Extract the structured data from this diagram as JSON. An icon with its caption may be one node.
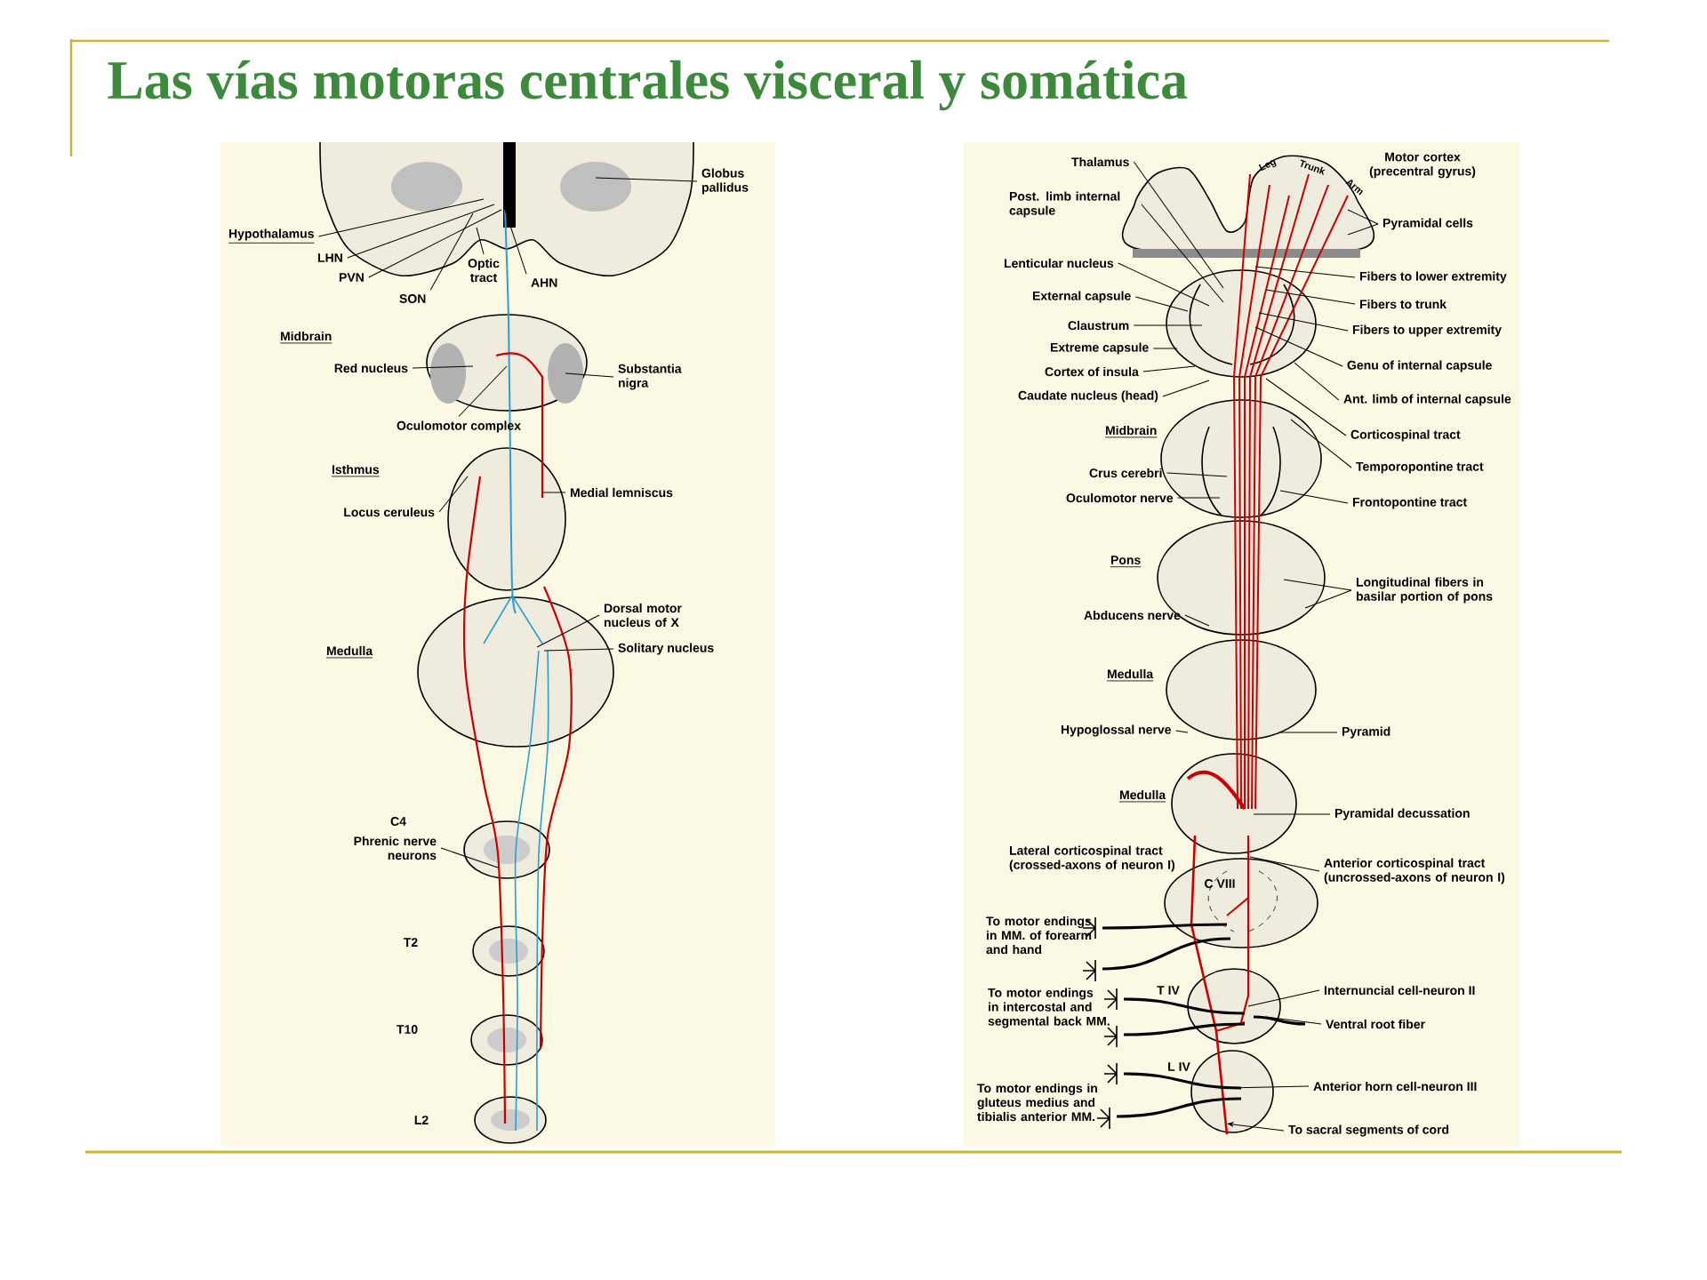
{
  "diagram": {
    "title": "Las vías motoras centrales visceral y somática",
    "nodes": [
      {
        "text": [
          "Globus pallidus"
        ]
      },
      {
        "text": [
          "Hypothalamus"
        ]
      },
      {
        "text": [
          "LHN"
        ]
      },
      {
        "text": [
          "PVN"
        ]
      },
      {
        "text": [
          "SON"
        ]
      },
      {
        "text": [
          "Optic tract"
        ]
      },
      {
        "text": [
          "AHN"
        ]
      },
      {
        "text": [
          "Red nucleus"
        ]
      },
      {
        "text": [
          "Substantia nigra"
        ]
      },
      {
        "text": [
          "Oculomotor complex"
        ]
      },
      {
        "text": [
          "Medial lemniscus"
        ]
      },
      {
        "text": [
          "Locus ceruleus"
        ]
      },
      {
        "text": [
          "Dorsal motor nucleus of X"
        ]
      },
      {
        "text": [
          "Solitary nucleus"
        ]
      },
      {
        "text": [
          "Phrenic nerve neurons"
        ]
      },
      {
        "text": [
          "Thalamus"
        ]
      },
      {
        "text": [
          "Post. limb internal capsule"
        ]
      },
      {
        "text": [
          "Pyramidal cells"
        ]
      },
      {
        "text": [
          "Lenticular nucleus"
        ]
      },
      {
        "text": [
          "Fibers to lower extremity"
        ]
      },
      {
        "text": [
          "External capsule"
        ]
      },
      {
        "text": [
          "Fibers to trunk"
        ]
      },
      {
        "text": [
          "Claustrum"
        ]
      },
      {
        "text": [
          "Fibers to upper extremity"
        ]
      },
      {
        "text": [
          "Extreme capsule"
        ]
      },
      {
        "text": [
          "Cortex of insula"
        ]
      },
      {
        "text": [
          "Genu of internal capsule"
        ]
      },
      {
        "text": [
          "Caudate nucleus (head)"
        ]
      },
      {
        "text": [
          "Ant. limb of internal capsule"
        ]
      },
      {
        "text": [
          "Corticospinal tract"
        ]
      },
      {
        "text": [
          "Crus cerebri"
        ]
      },
      {
        "text": [
          "Temporopontine tract"
        ]
      },
      {
        "text": [
          "Oculomotor nerve"
        ]
      },
      {
        "text": [
          "Frontopontine tract"
        ]
      },
      {
        "text": [
          "Longitudinal fibers in basilar portion of pons"
        ]
      },
      {
        "text": [
          "Abducens nerve"
        ]
      },
      {
        "text": [
          "Hypoglossal nerve"
        ]
      },
      {
        "text": [
          "Pyramid"
        ]
      },
      {
        "text": [
          "Pyramidal decussation"
        ]
      },
      {
        "text": [
          "Anterior corticospinal tract (uncrossed-axons of neuron I)"
        ]
      },
      {
        "text": [
          "Internuncial cell-neuron II"
        ]
      },
      {
        "text": [
          "Ventral root fiber"
        ]
      },
      {
        "text": [
          "Anterior horn cell-neuron III"
        ]
      },
      {
        "text": [
          "To sacral segments of cord"
        ]
      }
    ],
    "edges": [
      {
        "from": 0,
        "to": null,
        "arrow": "none"
      },
      {
        "from": 1,
        "to": null,
        "arrow": "none"
      },
      {
        "from": 2,
        "to": null,
        "arrow": "none"
      },
      {
        "from": 3,
        "to": null,
        "arrow": "none"
      },
      {
        "from": 4,
        "to": null,
        "arrow": "none"
      },
      {
        "from": 5,
        "to": null,
        "arrow": "none"
      },
      {
        "from": 6,
        "to": null,
        "arrow": "none"
      },
      {
        "from": 7,
        "to": null,
        "arrow": "none"
      },
      {
        "from": 8,
        "to": null,
        "arrow": "none"
      },
      {
        "from": 9,
        "to": null,
        "arrow": "none"
      },
      {
        "from": 10,
        "to": null,
        "arrow": "none"
      },
      {
        "from": 11,
        "to": null,
        "arrow": "none"
      },
      {
        "from": 12,
        "to": null,
        "arrow": "none"
      },
      {
        "from": 13,
        "to": null,
        "arrow": "none"
      },
      {
        "from": 14,
        "to": null,
        "arrow": "none"
      },
      {
        "from": 15,
        "to": null,
        "arrow": "none"
      },
      {
        "from": 16,
        "to": null,
        "arrow": "none"
      },
      {
        "from": 17,
        "to": null,
        "arrow": "none"
      },
      {
        "from": 17,
        "to": null,
        "arrow": "none"
      },
      {
        "from": 18,
        "to": null,
        "arrow": "none"
      },
      {
        "from": 19,
        "to": null,
        "arrow": "none"
      },
      {
        "from": 20,
        "to": null,
        "arrow": "none"
      },
      {
        "from": 21,
        "to": null,
        "arrow": "none"
      },
      {
        "from": 22,
        "to": null,
        "arrow": "none"
      },
      {
        "from": 23,
        "to": null,
        "arrow": "none"
      },
      {
        "from": 24,
        "to": null,
        "arrow": "none"
      },
      {
        "from": 25,
        "to": null,
        "arrow": "none"
      },
      {
        "from": 26,
        "to": null,
        "arrow": "none"
      },
      {
        "from": 27,
        "to": null,
        "arrow": "none"
      },
      {
        "from": 28,
        "to": null,
        "arrow": "none"
      },
      {
        "from": 29,
        "to": null,
        "arrow": "none"
      },
      {
        "from": 30,
        "to": null,
        "arrow": "none"
      },
      {
        "from": 31,
        "to": null,
        "arrow": "none"
      },
      {
        "from": 32,
        "to": null,
        "arrow": "none"
      },
      {
        "from": 33,
        "to": null,
        "arrow": "none"
      },
      {
        "from": 34,
        "to": null,
        "arrow": "none"
      },
      {
        "from": 34,
        "to": null,
        "arrow": "none"
      },
      {
        "from": 35,
        "to": null,
        "arrow": "none"
      },
      {
        "from": 36,
        "to": null,
        "arrow": "none"
      },
      {
        "from": 37,
        "to": null,
        "arrow": "none"
      },
      {
        "from": 38,
        "to": null,
        "arrow": "none"
      },
      {
        "from": 39,
        "to": null,
        "arrow": "none"
      },
      {
        "from": 40,
        "to": null,
        "arrow": "none"
      },
      {
        "from": 41,
        "to": null,
        "arrow": "none"
      },
      {
        "from": 42,
        "to": null,
        "arrow": "none"
      },
      {
        "from": 43,
        "to": null,
        "arrow": "to"
      }
    ],
    "labels": [
      "Midbrain",
      "Isthmus",
      "Medulla",
      "C4",
      "T2",
      "T10",
      "L2",
      "Leg",
      "Trunk",
      "Arm",
      "Motor cortex (precentral gyrus)",
      "Midbrain",
      "Pons",
      "Medulla",
      "Medulla",
      "Lateral corticospinal tract (crossed-axons of neuron I)",
      "C VIII",
      "To motor endings in MM. of forearm and hand",
      "T IV",
      "To motor endings in intercostal and segmental back MM.",
      "L IV",
      "To motor endings in gluteus medius and tibialis anterior MM."
    ]
  }
}
